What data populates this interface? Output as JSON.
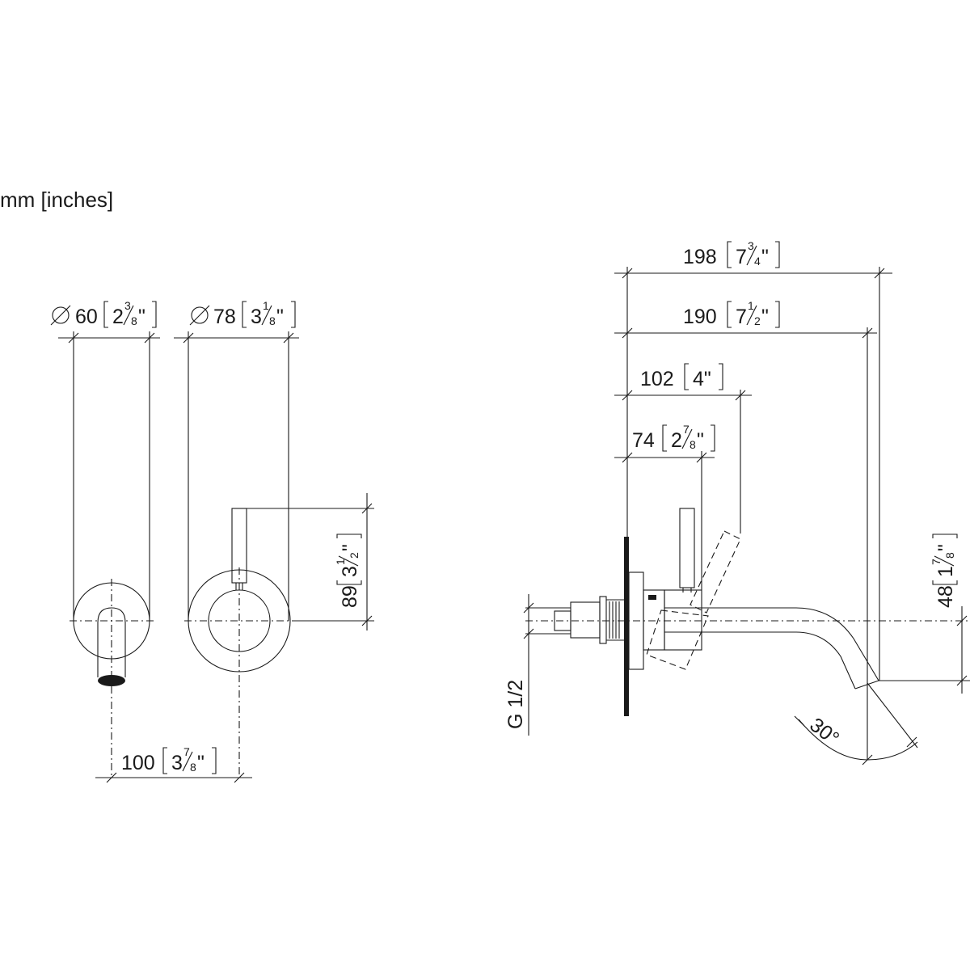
{
  "units_note": "mm [inches]",
  "front_view_spout": {
    "diameter_mm": "60",
    "diameter_in_whole": "2",
    "diameter_in_num": "3",
    "diameter_in_den": "8",
    "inch_mark": "\""
  },
  "front_view_handle": {
    "diameter_mm": "78",
    "diameter_in_whole": "3",
    "diameter_in_num": "1",
    "diameter_in_den": "8",
    "inch_mark": "\"",
    "height_mm": "89",
    "height_in_whole": "3",
    "height_in_num": "1",
    "height_in_den": "2"
  },
  "centre_distance": {
    "mm": "100",
    "in_whole": "3",
    "in_num": "7",
    "in_den": "8",
    "inch_mark": "\""
  },
  "side_view": {
    "overall_mm": "198",
    "overall_in_whole": "7",
    "overall_in_num": "3",
    "overall_in_den": "4",
    "projection_mm": "190",
    "projection_in_whole": "7",
    "projection_in_num": "1",
    "projection_in_den": "2",
    "lever_swing_mm": "102",
    "lever_swing_in": "4\"",
    "lever_mm": "74",
    "lever_in_whole": "2",
    "lever_in_num": "7",
    "lever_in_den": "8",
    "spout_drop_mm": "48",
    "spout_drop_in_whole": "1",
    "spout_drop_in_num": "7",
    "spout_drop_in_den": "8",
    "thread": "G 1/2",
    "angle": "30°"
  }
}
